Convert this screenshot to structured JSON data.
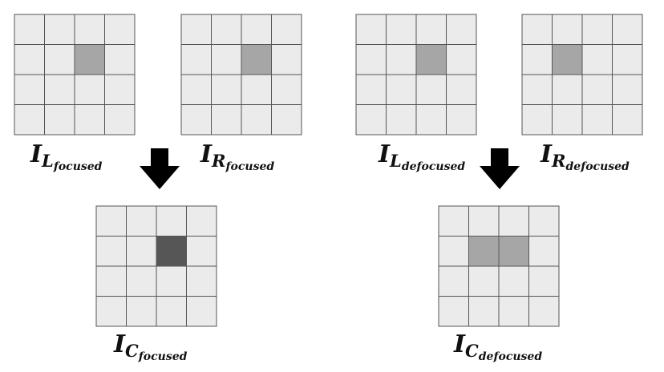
{
  "colors": {
    "background": "#ffffff",
    "cell": "#ebebeb",
    "grid_line": "#555555",
    "highlight_light": "#a6a6a6",
    "highlight_dark": "#565656",
    "arrow": "#000000"
  },
  "grids": [
    {
      "id": "left-focused",
      "rows": 4,
      "cols": 4,
      "highlights": [
        {
          "row": 1,
          "col": 2,
          "tone": "highlight_light"
        }
      ]
    },
    {
      "id": "right-focused",
      "rows": 4,
      "cols": 4,
      "highlights": [
        {
          "row": 1,
          "col": 2,
          "tone": "highlight_light"
        }
      ]
    },
    {
      "id": "left-defocused",
      "rows": 4,
      "cols": 4,
      "highlights": [
        {
          "row": 1,
          "col": 2,
          "tone": "highlight_light"
        }
      ]
    },
    {
      "id": "right-defocused",
      "rows": 4,
      "cols": 4,
      "highlights": [
        {
          "row": 1,
          "col": 1,
          "tone": "highlight_light"
        }
      ]
    },
    {
      "id": "combined-focused",
      "rows": 4,
      "cols": 4,
      "highlights": [
        {
          "row": 1,
          "col": 2,
          "tone": "highlight_dark"
        }
      ]
    },
    {
      "id": "combined-defocused",
      "rows": 4,
      "cols": 4,
      "highlights": [
        {
          "row": 1,
          "col": 1,
          "tone": "highlight_light"
        },
        {
          "row": 1,
          "col": 2,
          "tone": "highlight_light"
        }
      ]
    }
  ],
  "labels": {
    "left_focused": {
      "main": "I",
      "sub": "L",
      "subsub": "focused"
    },
    "right_focused": {
      "main": "I",
      "sub": "R",
      "subsub": "focused"
    },
    "left_defocused": {
      "main": "I",
      "sub": "L",
      "subsub": "defocused"
    },
    "right_defocused": {
      "main": "I",
      "sub": "R",
      "subsub": "defocused"
    },
    "combined_focused": {
      "main": "I",
      "sub": "C",
      "subsub": "focused"
    },
    "combined_defocused": {
      "main": "I",
      "sub": "C",
      "subsub": "defocused"
    }
  },
  "icons": {
    "arrow_focused": "down-arrow-icon",
    "arrow_defocused": "down-arrow-icon"
  }
}
